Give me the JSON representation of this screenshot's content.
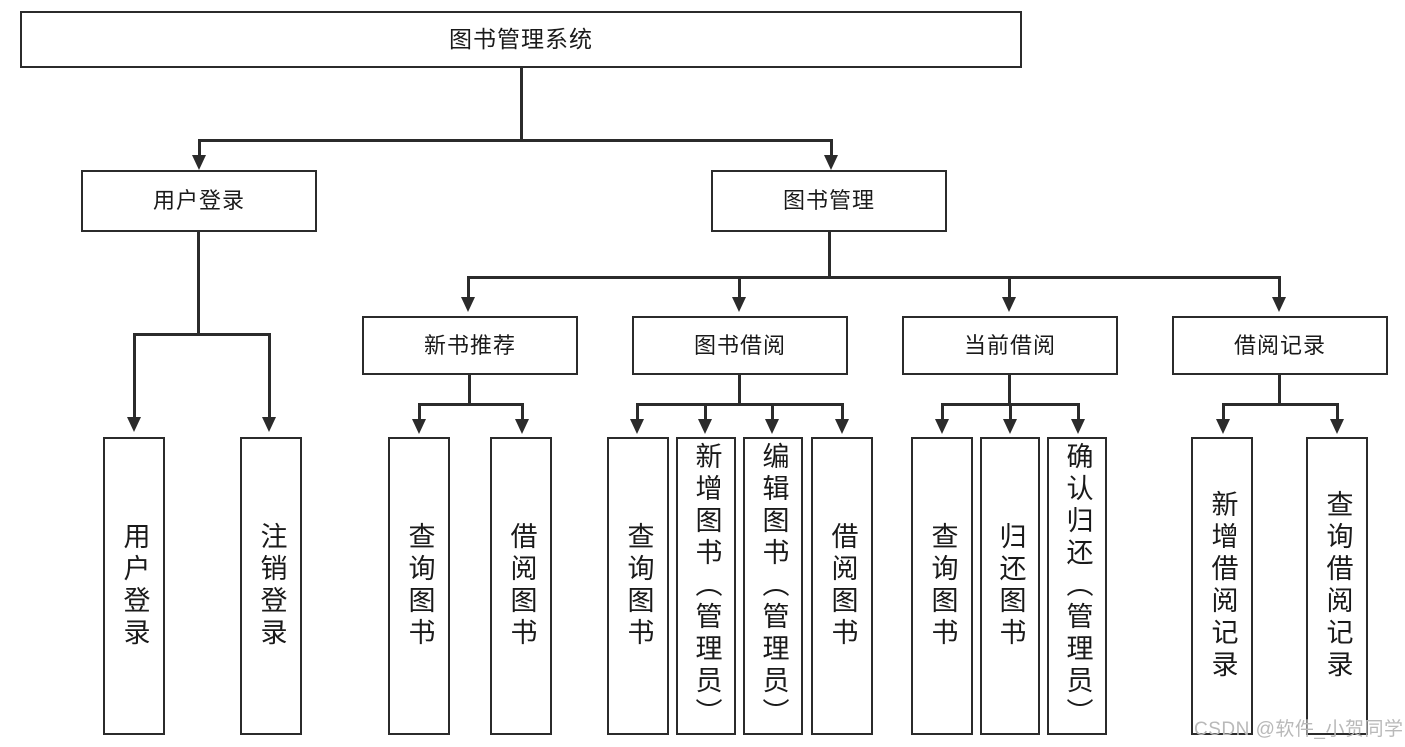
{
  "diagram": {
    "type": "tree-hierarchy",
    "title": "图书管理系统",
    "levels": 4,
    "colors": {
      "stroke": "#2b2b2b",
      "fill": "#ffffff",
      "text": "#1a1a1a",
      "watermark": "#b9b9b9"
    },
    "root": {
      "label": "图书管理系统"
    },
    "level2": [
      {
        "label": "用户登录"
      },
      {
        "label": "图书管理"
      }
    ],
    "level3": [
      {
        "label": "新书推荐"
      },
      {
        "label": "图书借阅"
      },
      {
        "label": "当前借阅"
      },
      {
        "label": "借阅记录"
      }
    ],
    "leaves": {
      "user_login": [
        {
          "label": "用户登录"
        },
        {
          "label": "注销登录"
        }
      ],
      "new_book_recommend": [
        {
          "label": "查询图书"
        },
        {
          "label": "借阅图书"
        }
      ],
      "book_borrow": [
        {
          "label": "查询图书"
        },
        {
          "label": "新增图书（管理员）"
        },
        {
          "label": "编辑图书（管理员）"
        },
        {
          "label": "借阅图书"
        }
      ],
      "current_borrow": [
        {
          "label": "查询图书"
        },
        {
          "label": "归还图书"
        },
        {
          "label": "确认归还（管理员）"
        }
      ],
      "borrow_record": [
        {
          "label": "新增借阅记录"
        },
        {
          "label": "查询借阅记录"
        }
      ]
    }
  },
  "watermark": {
    "text": "CSDN @软件_小贺同学"
  }
}
